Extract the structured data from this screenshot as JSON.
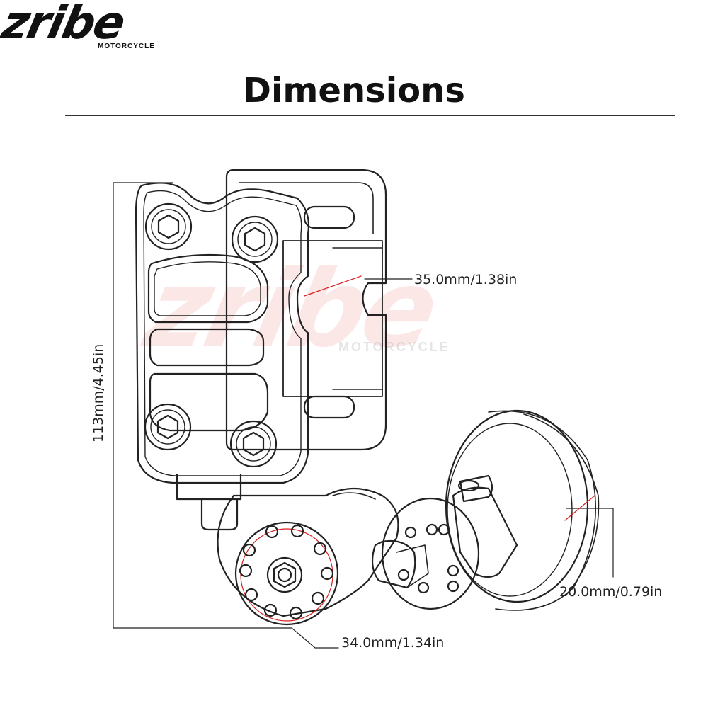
{
  "brand": {
    "name": "zribe",
    "tagline": "MOTORCYCLE"
  },
  "title": "Dimensions",
  "dimensions": {
    "width_clamp": "35.0mm/1.38in",
    "height_total": "113mm/4.45in",
    "roller_diameter": "20.0mm/0.79in",
    "wheel_diameter": "34.0mm/1.34in"
  },
  "colors": {
    "line": "#222222",
    "accent": "#d62020",
    "watermark": "#e63c3c"
  }
}
